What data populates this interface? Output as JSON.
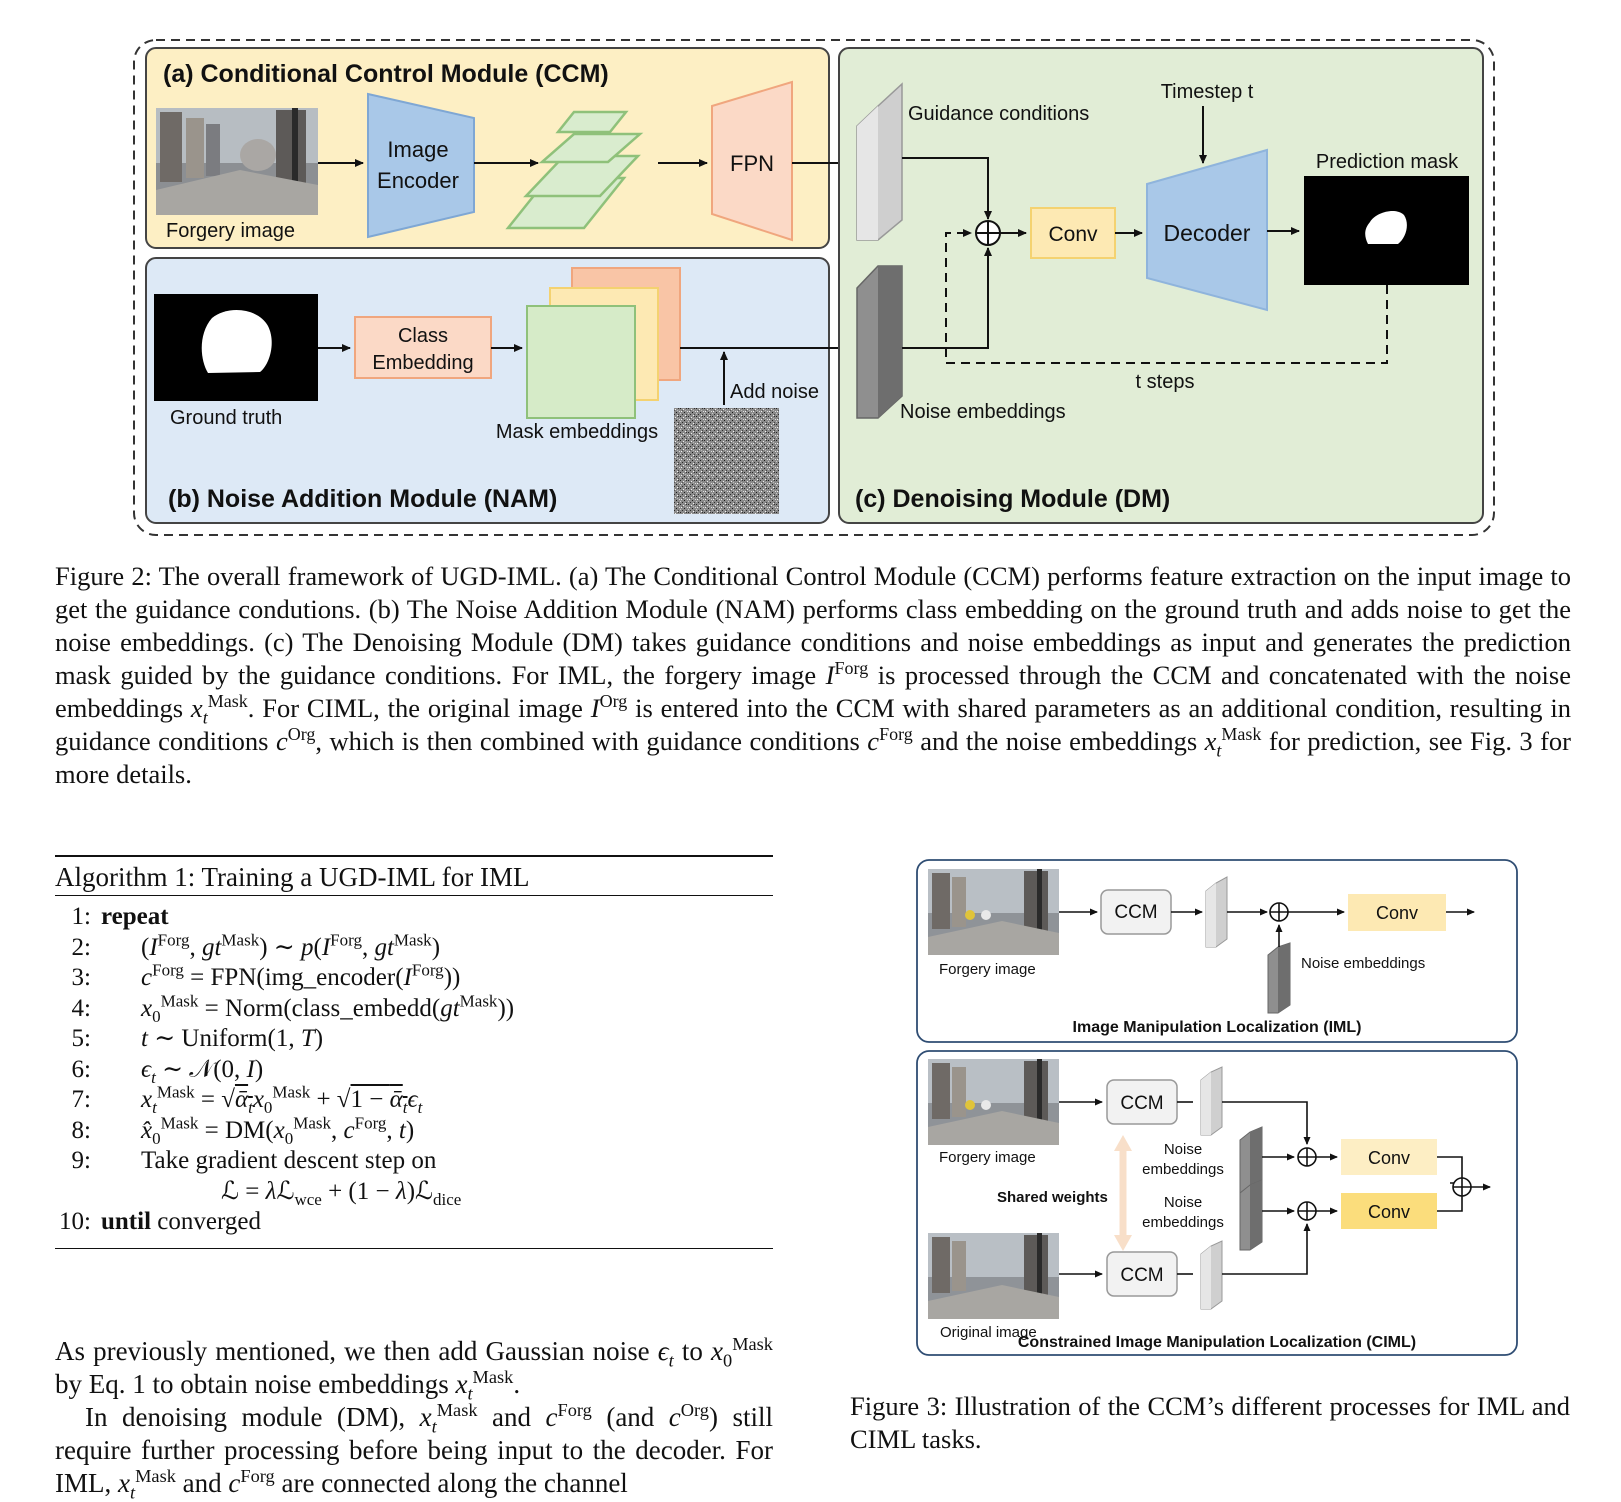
{
  "figure2": {
    "ccm_title": "(a) Conditional Control Module (CCM)",
    "nam_title": "(b) Noise Addition Module (NAM)",
    "dm_title": "(c) Denoising Module (DM)",
    "forgery_image_label": "Forgery image",
    "image_encoder_line1": "Image",
    "image_encoder_line2": "Encoder",
    "fpn_label": "FPN",
    "guidance_conditions_label": "Guidance conditions",
    "timestep_label": "Timestep t",
    "prediction_mask_label": "Prediction mask",
    "conv_label": "Conv",
    "decoder_label": "Decoder",
    "ground_truth_label": "Ground truth",
    "class_embedding_line1": "Class",
    "class_embedding_line2": "Embedding",
    "mask_embeddings_label": "Mask embeddings",
    "add_noise_label": "Add noise",
    "t_steps_label": "t steps",
    "noise_embeddings_label": "Noise embeddings"
  },
  "caption2": {
    "t1": "Figure 2: The overall framework of UGD-IML. (a) The Conditional Control Module (CCM) performs feature extraction on the input image to get the guidance condutions. (b) The Noise Addition Module (NAM) performs class embedding on the ground truth and adds noise to get the noise embeddings. (c) The Denoising Module (DM) takes guidance conditions and noise embeddings as input and generates the prediction mask guided by the guidance conditions. For IML, the forgery image ",
    "t2": " is processed through the CCM and concatenated with the noise embeddings ",
    "t3": ". For CIML, the original image ",
    "t4": " is entered into the CCM with shared parameters as an additional condition, resulting in guidance conditions ",
    "t5": ", which is then combined with guidance conditions ",
    "t6": " and the noise embeddings ",
    "t7": " for prediction, see Fig. 3 for more details."
  },
  "algorithm": {
    "title": "Algorithm 1: Training a UGD-IML for IML",
    "l1_num": "1:",
    "l1_kw": "repeat",
    "l2_num": "2:",
    "l3_num": "3:",
    "l4_num": "4:",
    "l5_num": "5:",
    "l6_num": "6:",
    "l7_num": "7:",
    "l8_num": "8:",
    "l9_num": "9:",
    "l9_text": "Take gradient descent step on",
    "l10_num": "10:",
    "l10_kw": "until",
    "l10_text": " converged"
  },
  "body": {
    "p1_a": "As previously mentioned, we then add Gaussian noise ",
    "p1_b": " to ",
    "p1_c": " by Eq. 1 to obtain noise embeddings ",
    "p1_d": ".",
    "p2_a": "In denoising module (DM), ",
    "p2_b": " and ",
    "p2_c": " (and ",
    "p2_d": ") still require further processing before being input to the decoder. For IML, ",
    "p2_e": " and ",
    "p2_f": " are connected along the channel"
  },
  "figure3": {
    "iml_forgery_label": "Forgery image",
    "iml_ccm_label": "CCM",
    "iml_conv_label": "Conv",
    "iml_noise_label": "Noise embeddings",
    "iml_title": "Image Manipulation Localization (IML)",
    "ciml_forgery_label": "Forgery image",
    "ciml_ccm_top_label": "CCM",
    "ciml_ccm_bottom_label": "CCM",
    "ciml_noise_top_line1": "Noise",
    "ciml_noise_top_line2": "embeddings",
    "ciml_noise_bottom_line1": "Noise",
    "ciml_noise_bottom_line2": "embeddings",
    "shared_weights_label": "Shared weights",
    "ciml_conv_top_label": "Conv",
    "ciml_conv_bottom_label": "Conv",
    "original_image_label": "Original image",
    "ciml_title": "Constrained Image Manipulation Localization (CIML)"
  },
  "caption3": {
    "text": "Figure 3: Illustration of the CCM’s different processes for IML and CIML tasks."
  },
  "colors": {
    "ccm_bg": "#fdefc4",
    "nam_bg": "#dde9f6",
    "dm_bg": "#e1edd6",
    "encoder_fill": "#a9c8e8",
    "fpn_fill": "#fbd9c6",
    "conv_fill": "#fde9b3",
    "feature_green": "#d9ecce"
  }
}
